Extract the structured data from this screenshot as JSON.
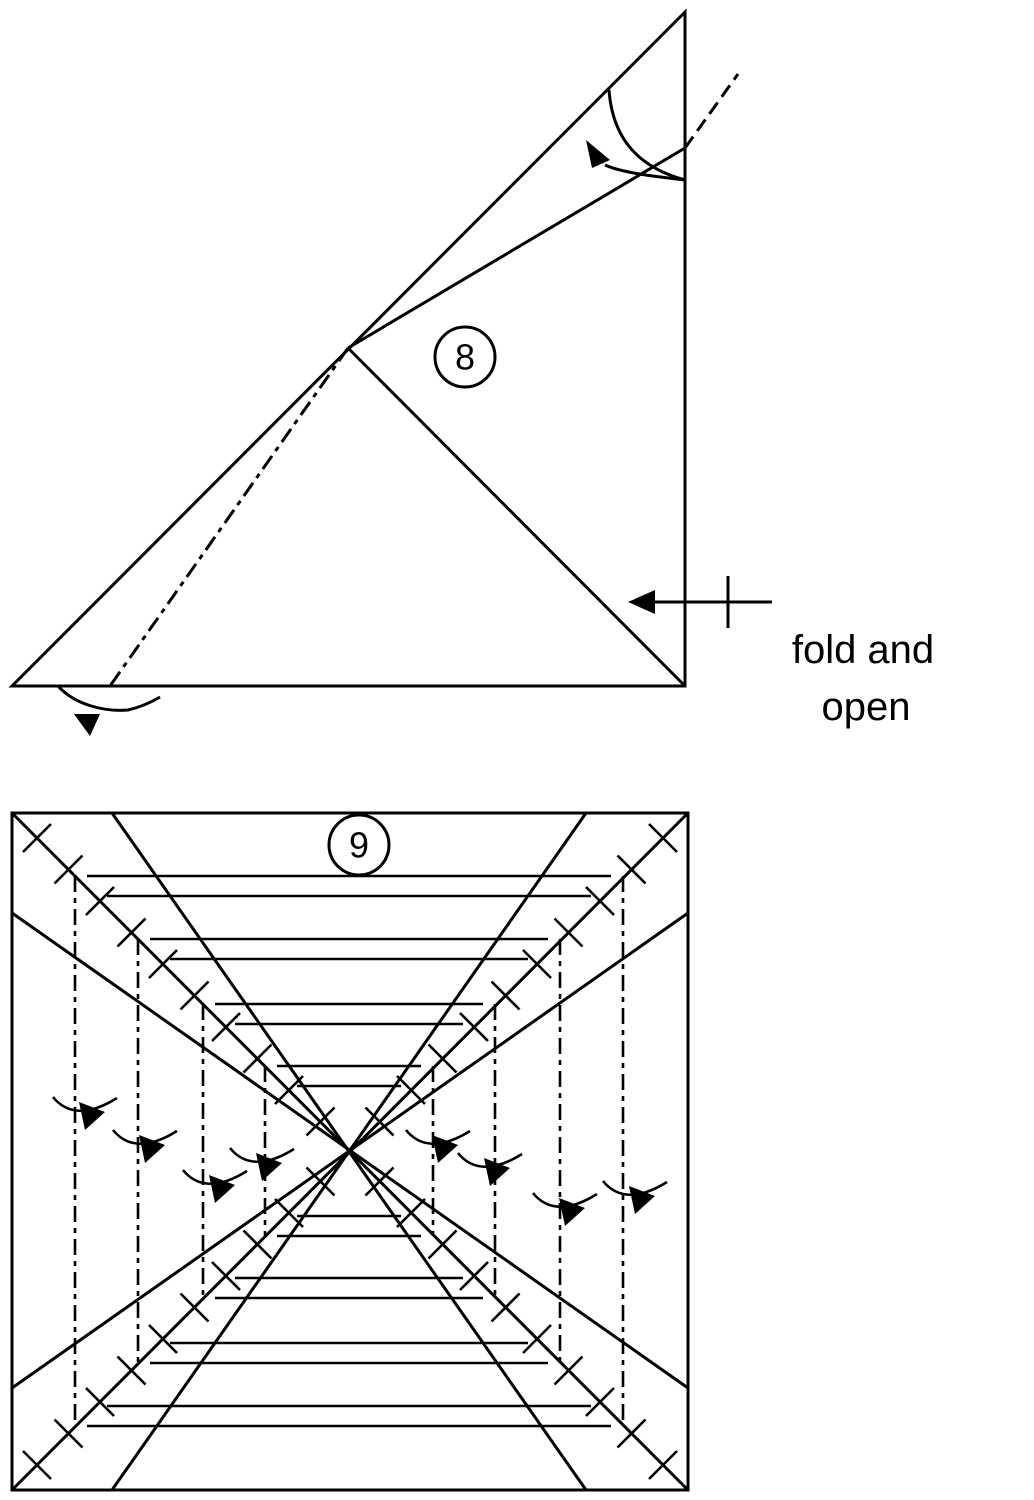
{
  "steps": [
    {
      "number": "8",
      "caption_lines": [
        "fold and",
        "open"
      ],
      "icons": [
        "valley-fold-arrow-icon",
        "mountain-fold-arrow-icon",
        "fold-and-unfold-arrow-icon"
      ]
    },
    {
      "number": "9",
      "pleat_count_per_side": 4,
      "icons": [
        "pleat-arrow-icon"
      ]
    }
  ],
  "colors": {
    "ink": "#000000",
    "paper": "#ffffff"
  }
}
